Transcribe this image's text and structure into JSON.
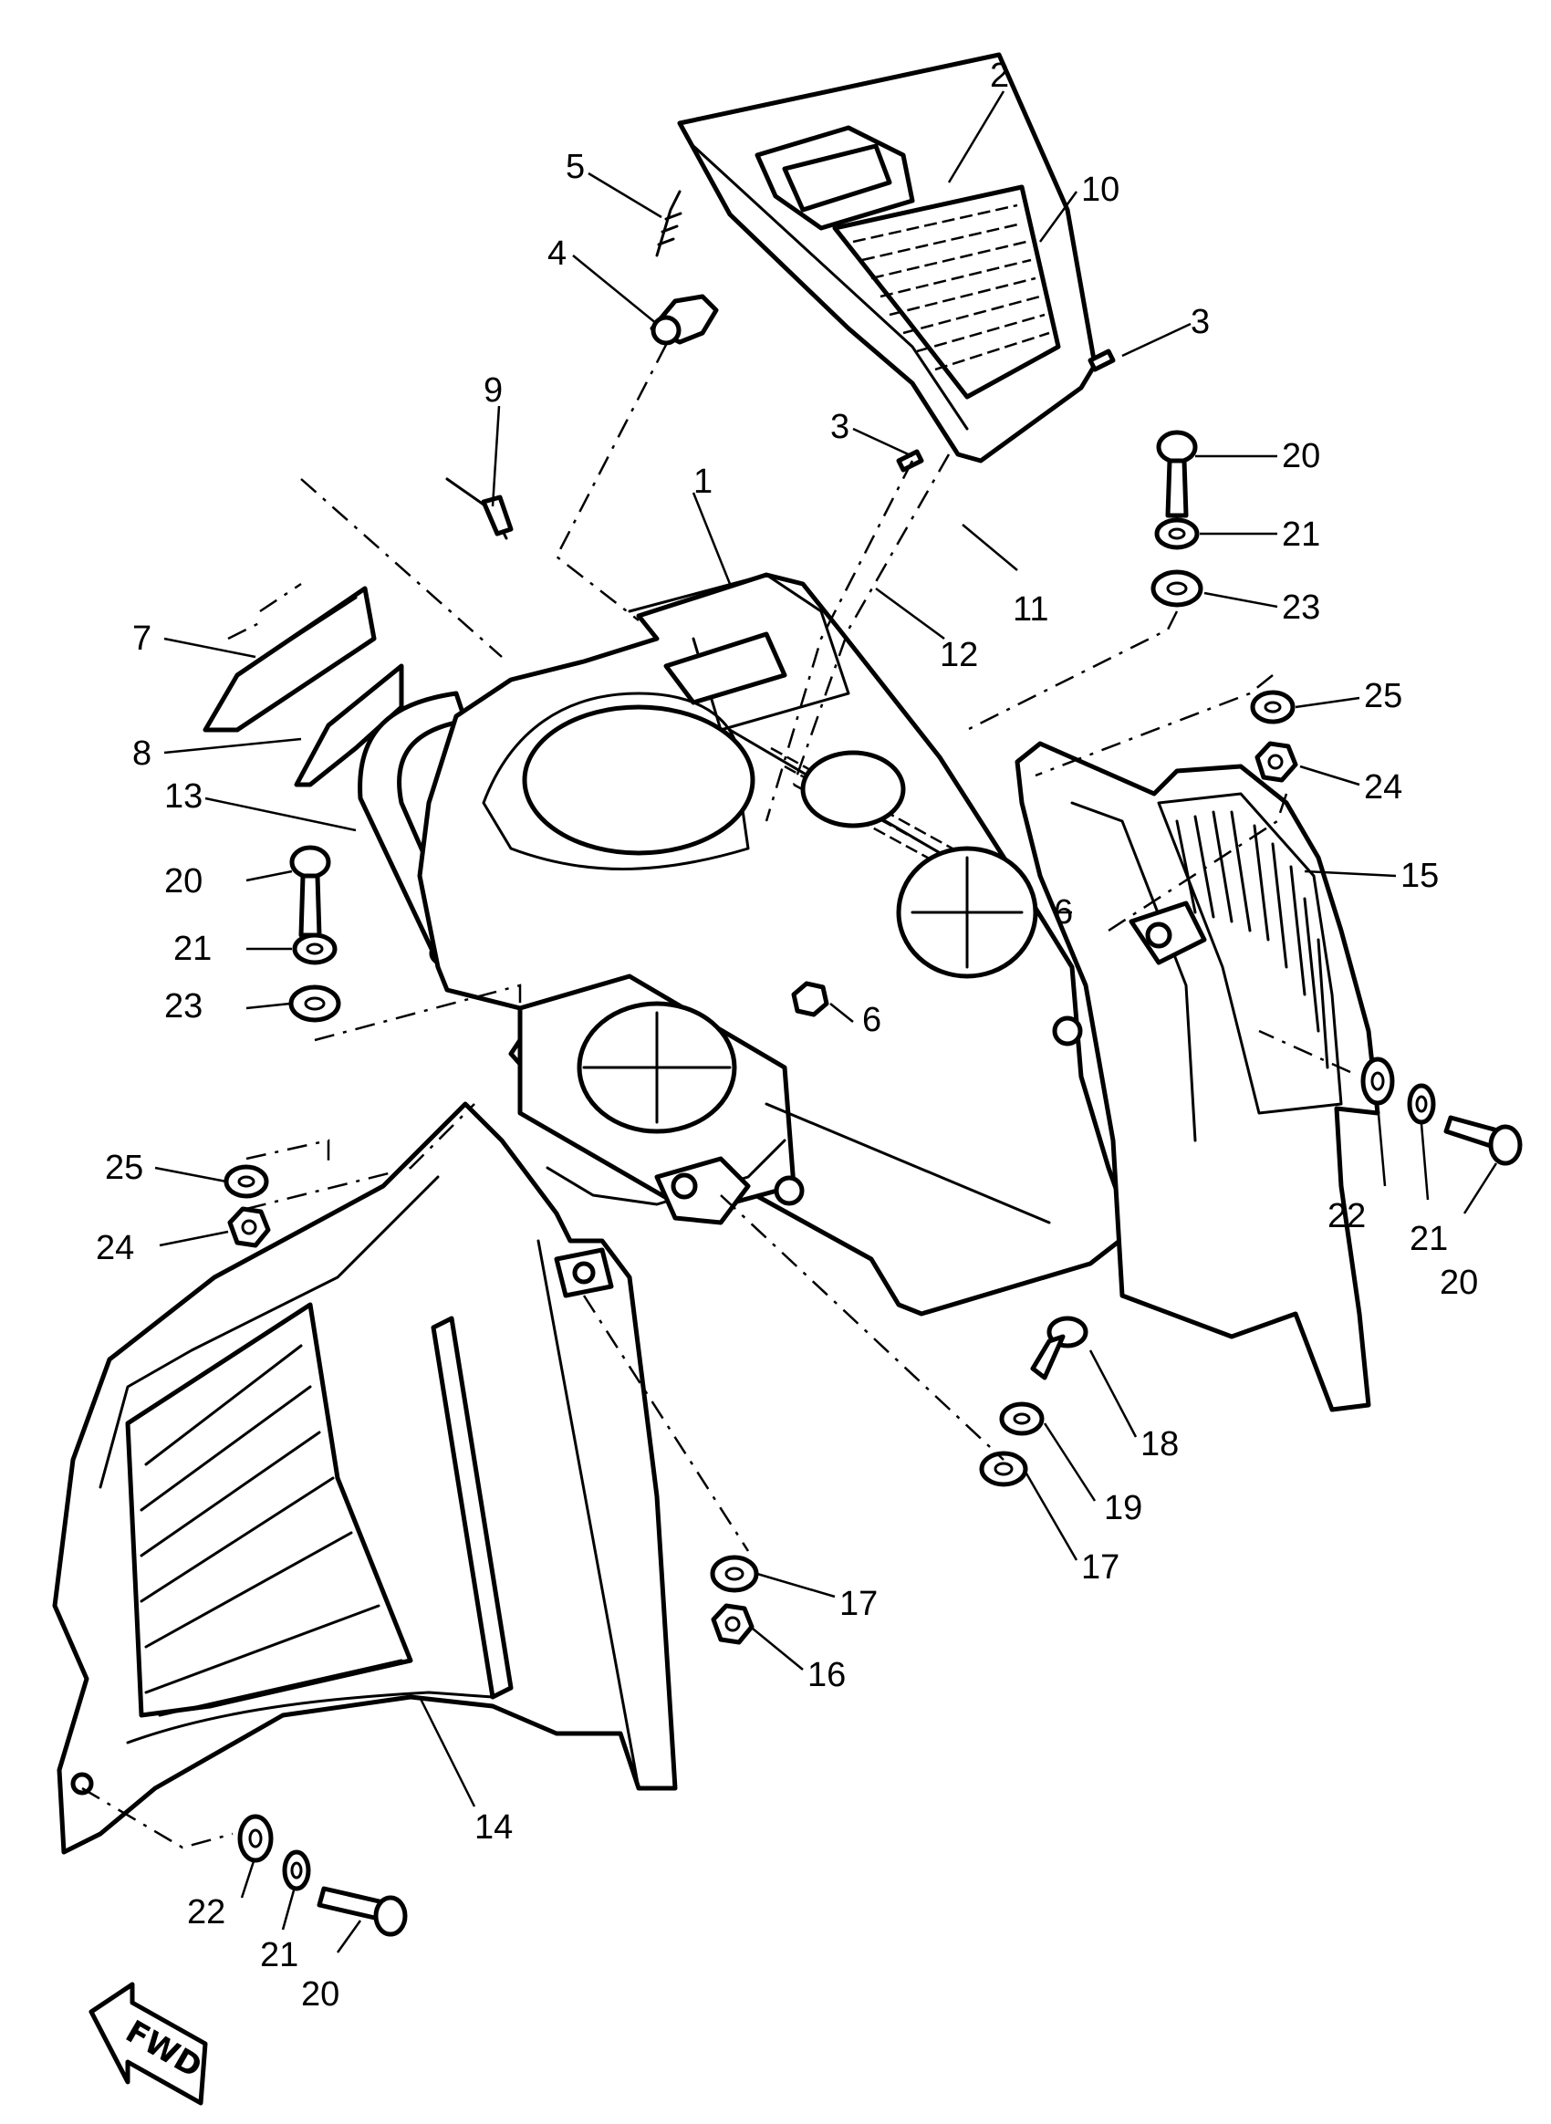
{
  "diagram": {
    "callouts": [
      {
        "label": "1"
      },
      {
        "label": "2"
      },
      {
        "label": "3"
      },
      {
        "label": "3"
      },
      {
        "label": "4"
      },
      {
        "label": "5"
      },
      {
        "label": "6"
      },
      {
        "label": "6"
      },
      {
        "label": "7"
      },
      {
        "label": "8"
      },
      {
        "label": "9"
      },
      {
        "label": "10"
      },
      {
        "label": "11"
      },
      {
        "label": "12"
      },
      {
        "label": "13"
      },
      {
        "label": "14"
      },
      {
        "label": "15"
      },
      {
        "label": "16"
      },
      {
        "label": "17"
      },
      {
        "label": "17"
      },
      {
        "label": "18"
      },
      {
        "label": "19"
      },
      {
        "label": "20"
      },
      {
        "label": "20"
      },
      {
        "label": "20"
      },
      {
        "label": "20"
      },
      {
        "label": "21"
      },
      {
        "label": "21"
      },
      {
        "label": "21"
      },
      {
        "label": "21"
      },
      {
        "label": "22"
      },
      {
        "label": "22"
      },
      {
        "label": "23"
      },
      {
        "label": "23"
      },
      {
        "label": "24"
      },
      {
        "label": "24"
      },
      {
        "label": "25"
      },
      {
        "label": "25"
      }
    ],
    "direction_marker": "FWD"
  }
}
